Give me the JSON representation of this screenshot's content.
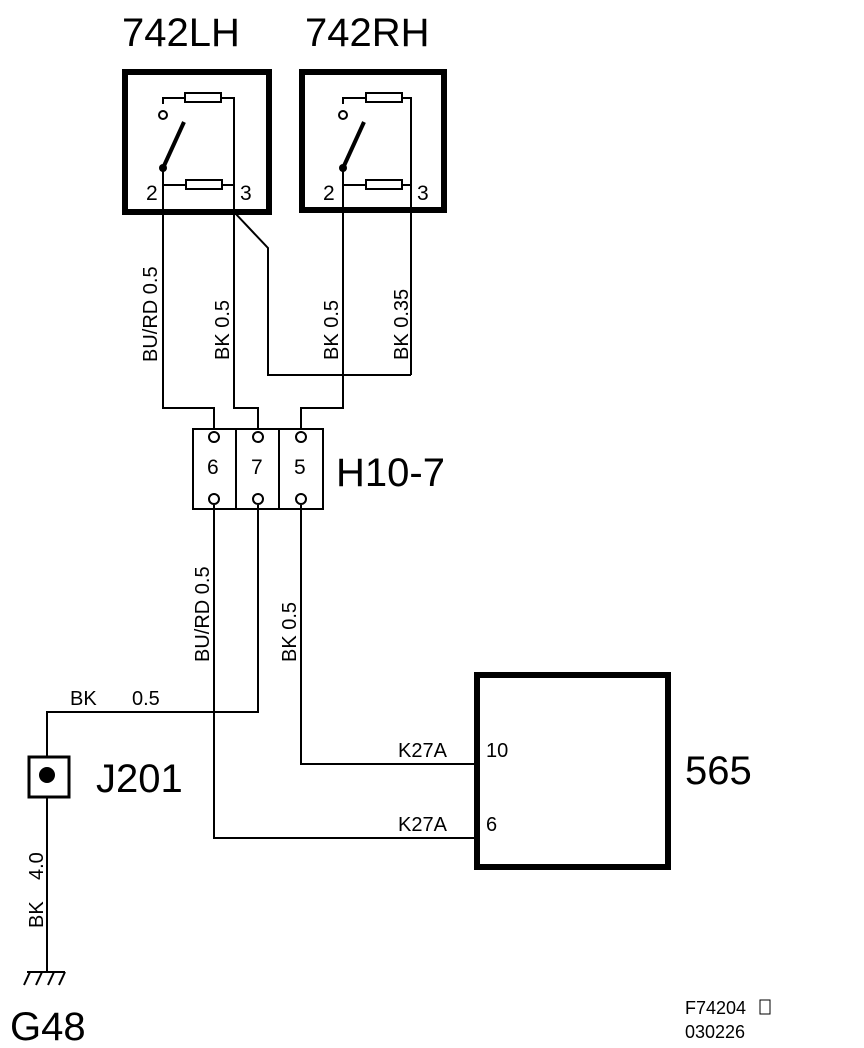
{
  "components": {
    "switch_left": {
      "name": "742LH",
      "pin_a": "2",
      "pin_b": "3"
    },
    "switch_right": {
      "name": "742RH",
      "pin_a": "2",
      "pin_b": "3"
    },
    "connector": {
      "name": "H10-7",
      "pins": [
        "6",
        "7",
        "5"
      ]
    },
    "control_module": {
      "name": "565",
      "pin_a": "10",
      "pin_b": "6"
    },
    "splice": {
      "name": "J201"
    },
    "ground": {
      "name": "G48"
    }
  },
  "wires": {
    "lh2_h6": "BU/RD 0.5",
    "lh3_h7": "BK 0.5",
    "rh2_h5": "BK 0.5",
    "rh3_gnd": "BK 0.35",
    "h6_565": "BU/RD 0.5",
    "h5_565": "BK 0.5",
    "j201_h7_color": "BK",
    "j201_h7_size": "0.5",
    "j201_g48_color": "BK",
    "j201_g48_size": "4.0",
    "signal_a": "K27A",
    "signal_b": "K27A"
  },
  "footer": {
    "figure_id": "F74204",
    "date_code": "030226"
  }
}
